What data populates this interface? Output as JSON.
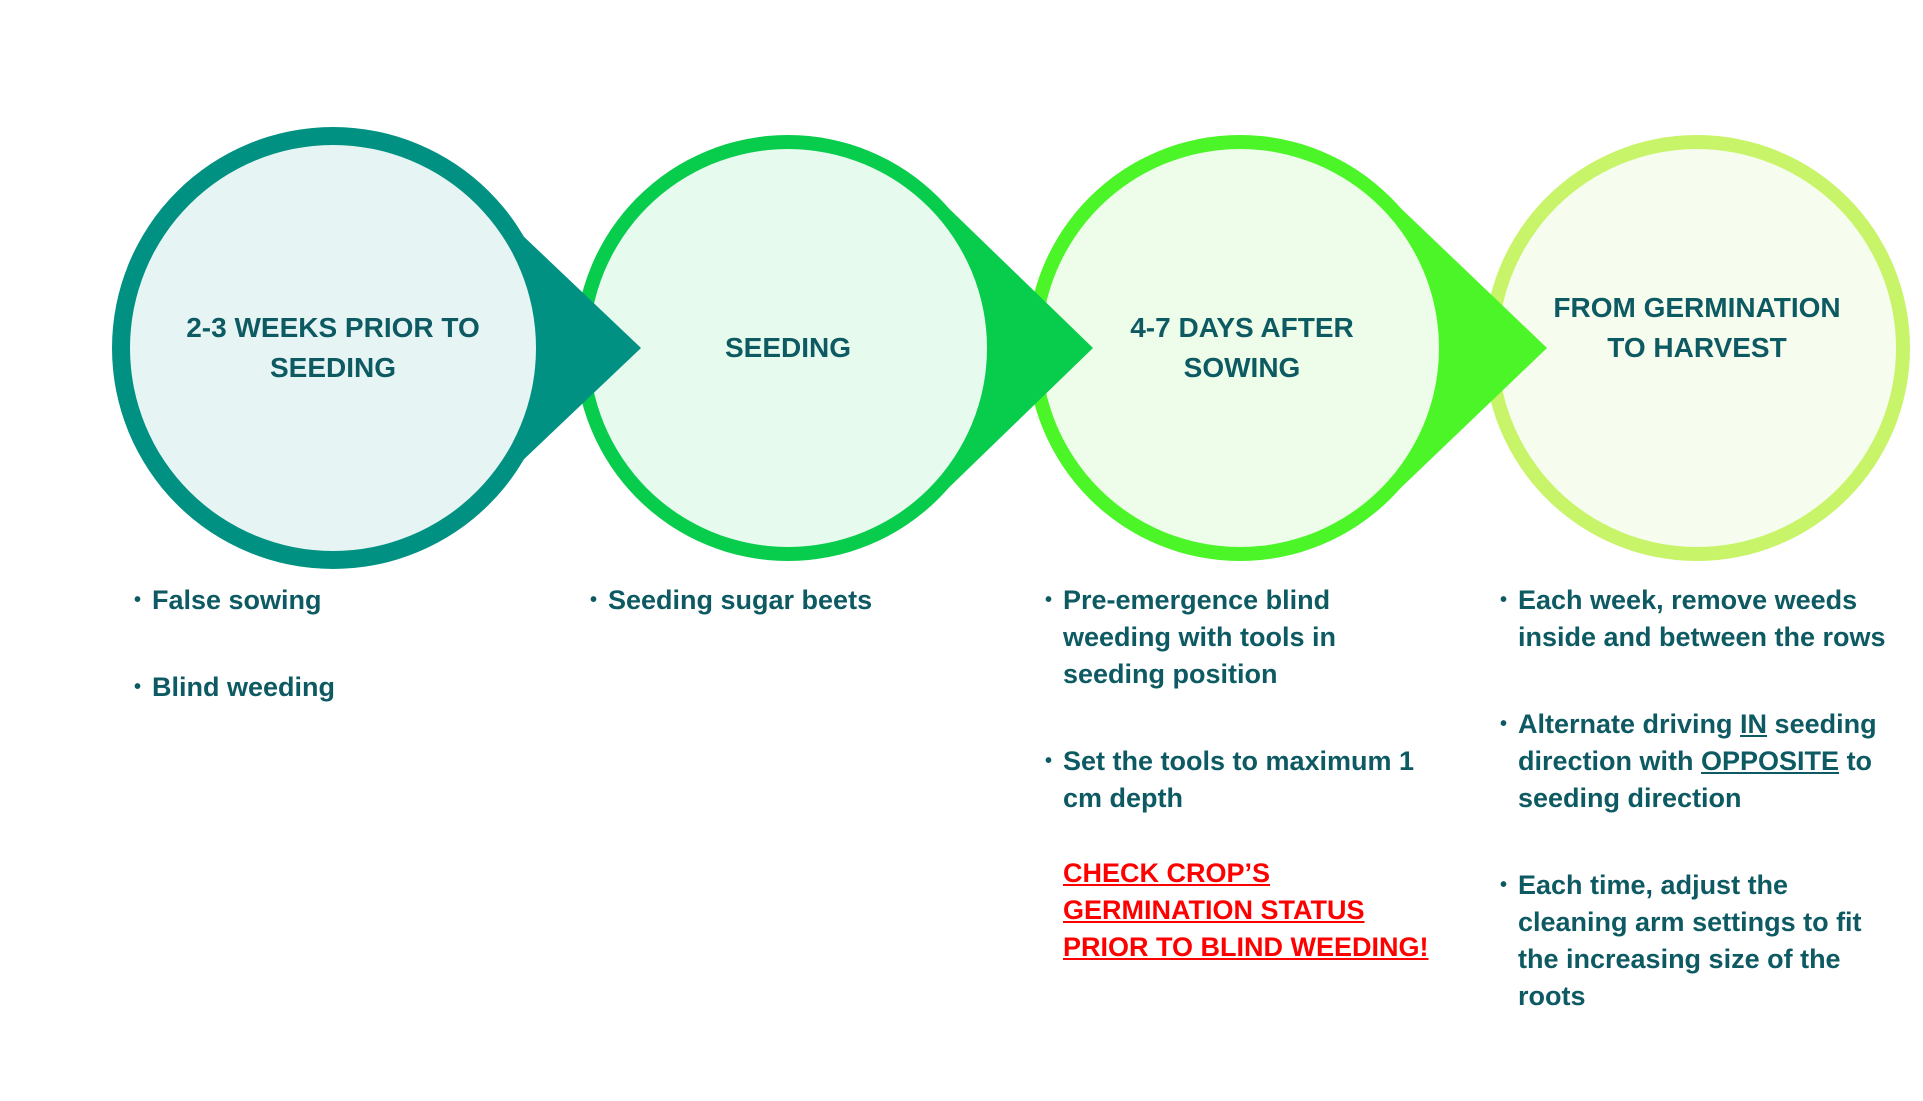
{
  "colors": {
    "text": "#0e5a63",
    "warning": "#ff0000",
    "stage1": "#009182",
    "stage2": "#08cc4c",
    "stage3": "#4cf527",
    "stage4": "#c8f46a"
  },
  "stages": [
    {
      "title": "2-3 WEEKS PRIOR TO SEEDING",
      "bullets": [
        "False sowing",
        "Blind weeding"
      ]
    },
    {
      "title": "SEEDING",
      "bullets": [
        "Seeding sugar beets"
      ]
    },
    {
      "title": "4-7 DAYS AFTER SOWING",
      "bullets": [
        "Pre-emergence blind weeding with tools in seeding position",
        "Set the tools to maximum 1 cm depth"
      ],
      "warning": "CHECK CROP’S GERMINATION STATUS PRIOR TO BLIND WEEDING!"
    },
    {
      "title": "FROM GERMINATION TO HARVEST",
      "bullets": [
        "Each week, remove weeds inside and between the rows",
        {
          "pre": "Alternate driving ",
          "u1": "IN",
          "mid": " seeding direction with ",
          "u2": "OPPOSITE",
          "post": " to seeding direction"
        },
        "Each time, adjust the cleaning arm settings to fit the increasing size of the roots"
      ]
    }
  ]
}
